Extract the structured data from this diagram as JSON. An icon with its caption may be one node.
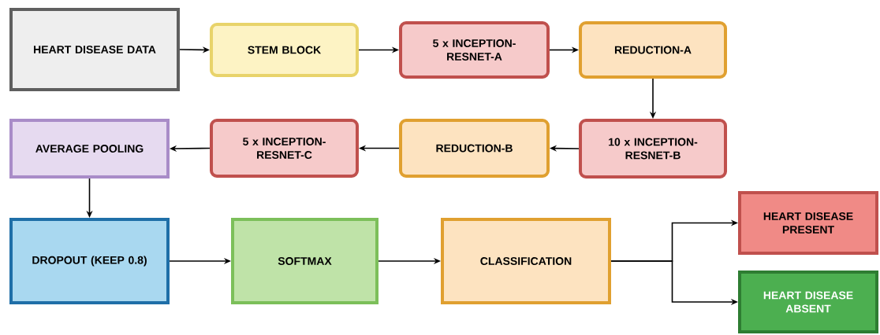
{
  "diagram": {
    "nodes": [
      {
        "text": [
          "HEART DISEASE DATA"
        ]
      },
      {
        "text": [
          "STEM BLOCK"
        ]
      },
      {
        "text": [
          "5 x INCEPTION-RESNET-A"
        ]
      },
      {
        "text": [
          "REDUCTION-A"
        ]
      },
      {
        "text": [
          "10 x INCEPTION-RESNET-B"
        ]
      },
      {
        "text": [
          "REDUCTION-B"
        ]
      },
      {
        "text": [
          "5 x INCEPTION-RESNET-C"
        ]
      },
      {
        "text": [
          "AVERAGE POOLING"
        ]
      },
      {
        "text": [
          "DROPOUT (KEEP 0.8)"
        ]
      },
      {
        "text": [
          "SOFTMAX"
        ]
      },
      {
        "text": [
          "CLASSIFICATION"
        ]
      },
      {
        "text": [
          "HEART DISEASE PRESENT"
        ]
      },
      {
        "text": [
          "HEART DISEASE ABSENT"
        ]
      }
    ],
    "edges": [
      {
        "from": 0,
        "to": 1,
        "arrow": "to"
      },
      {
        "from": 1,
        "to": 2,
        "arrow": "to"
      },
      {
        "from": 2,
        "to": 3,
        "arrow": "to"
      },
      {
        "from": 3,
        "to": 4,
        "arrow": "to"
      },
      {
        "from": 4,
        "to": 5,
        "arrow": "to"
      },
      {
        "from": 5,
        "to": 6,
        "arrow": "to"
      },
      {
        "from": 6,
        "to": 7,
        "arrow": "to"
      },
      {
        "from": 7,
        "to": 8,
        "arrow": "to"
      },
      {
        "from": 8,
        "to": 9,
        "arrow": "to"
      },
      {
        "from": 9,
        "to": 10,
        "arrow": "to"
      },
      {
        "from": 10,
        "to": 11,
        "arrow": "to"
      },
      {
        "from": 10,
        "to": 12,
        "arrow": "to"
      }
    ]
  }
}
